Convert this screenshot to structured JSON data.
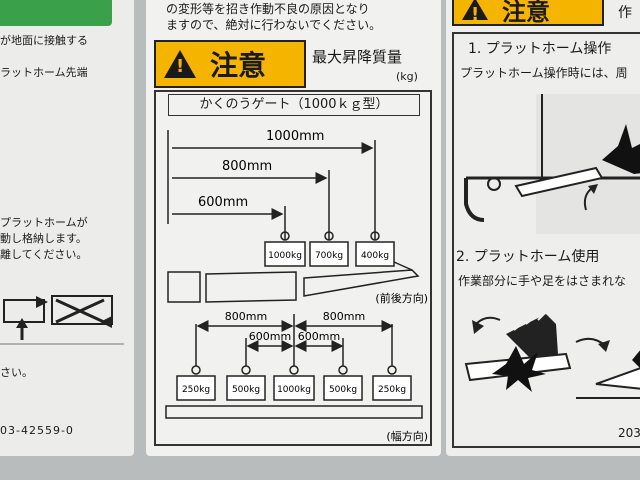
{
  "left": {
    "line1": "が地面に接触する",
    "line2": "ラットホーム先端",
    "line3": "プラットホームが",
    "line4": "動し格納します。",
    "line5": "離してください。",
    "line6": "さい。",
    "part_no": "03-42559-0"
  },
  "center": {
    "top_line1": "の変形等を招き作動不良の原因となり",
    "top_line2": "ますので、絶対に行わないでください。",
    "caution_word": "注意",
    "max_title": "最大昇降質量",
    "max_unit": "(kg)",
    "section_title": "かくのうゲート（1000ｋｇ型）",
    "front_back_label": "(前後方向)",
    "width_label": "(幅方向)"
  },
  "right": {
    "caution_word": "注意",
    "caution_side": "作",
    "item1_title": "1. プラットホーム操作",
    "item1_text": "プラットホーム操作時には、周",
    "item2_title": "2. プラットホーム使用",
    "item2_text": "作業部分に手や足をはさまれな",
    "code": "203"
  },
  "chart_data": {
    "type": "diagram",
    "front_back": {
      "distances": [
        "1000mm",
        "800mm",
        "600mm"
      ],
      "loads": [
        "1000kg",
        "700kg",
        "400kg"
      ]
    },
    "width": {
      "outer_distances": [
        "800mm",
        "800mm"
      ],
      "inner_distances": [
        "600mm",
        "600mm"
      ],
      "loads": [
        "250kg",
        "500kg",
        "1000kg",
        "500kg",
        "250kg"
      ]
    }
  },
  "colors": {
    "caution_yellow": "#f5b400",
    "green": "#3aa14a",
    "panel": "#f1f1ef"
  }
}
